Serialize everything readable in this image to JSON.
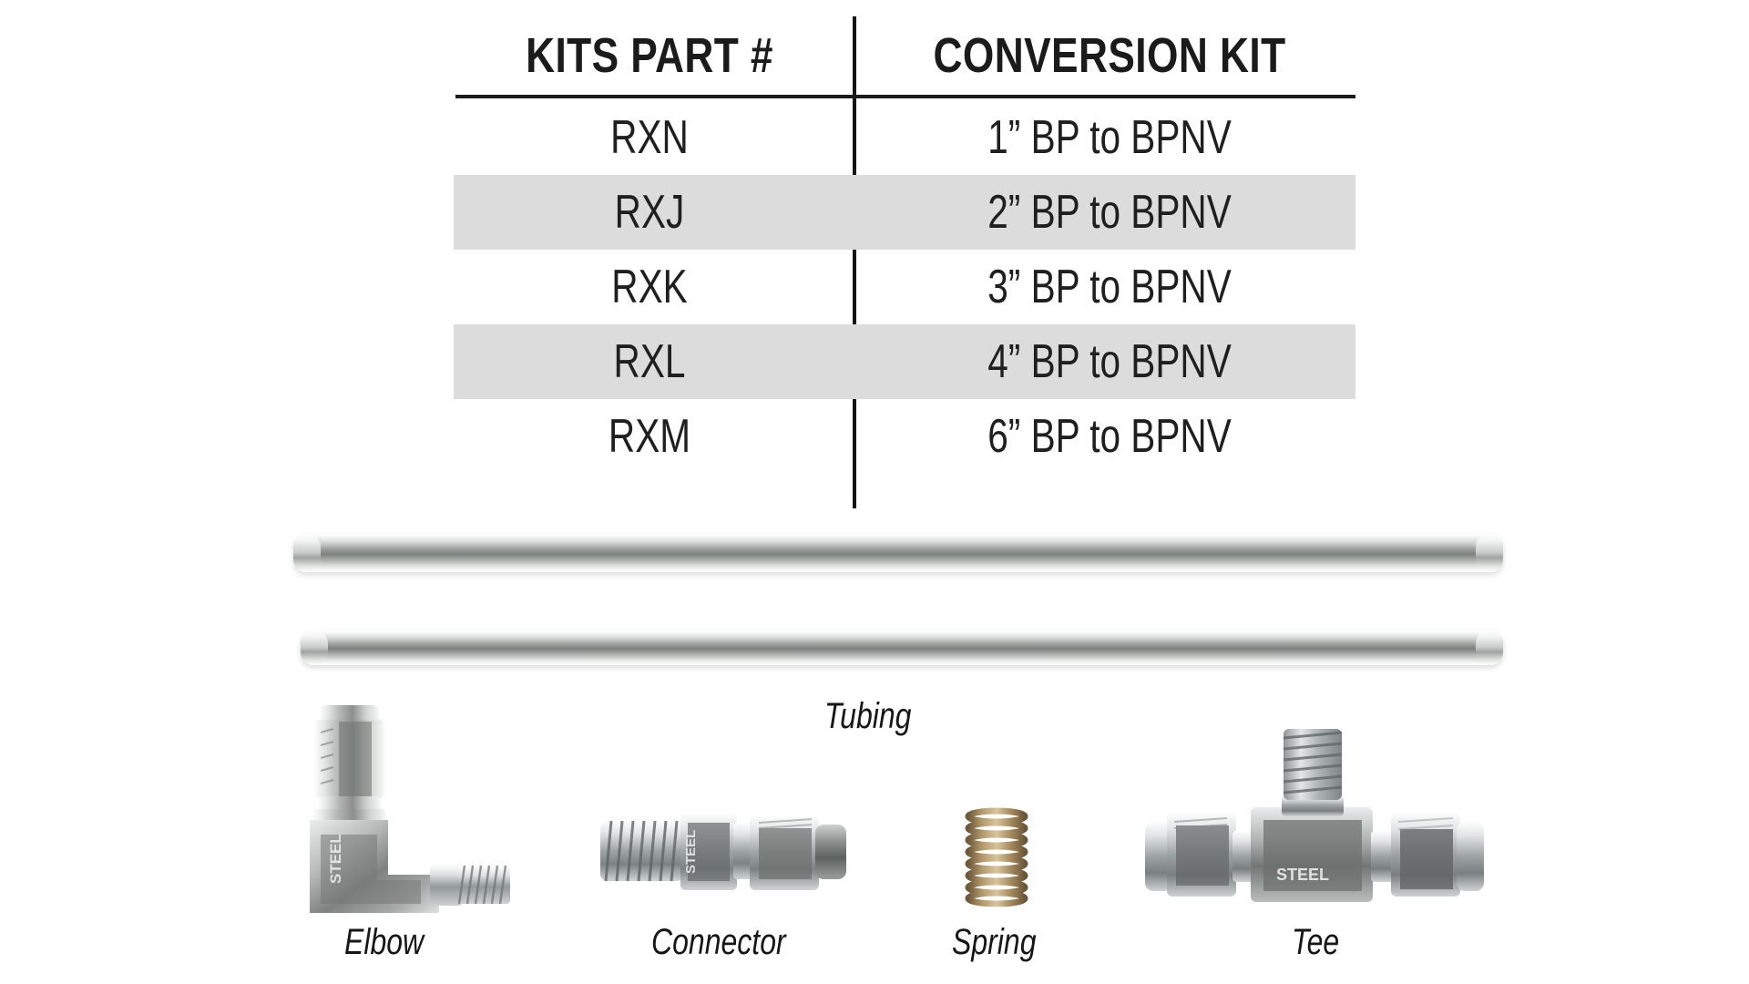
{
  "table": {
    "headers": [
      "KITS PART #",
      "CONVERSION KIT"
    ],
    "rows": [
      {
        "part": "RXN",
        "kit": "1” BP to BPNV"
      },
      {
        "part": "RXJ",
        "kit": "2” BP to BPNV"
      },
      {
        "part": "RXK",
        "kit": "3” BP to BPNV"
      },
      {
        "part": "RXL",
        "kit": "4” BP to BPNV"
      },
      {
        "part": "RXM",
        "kit": "6” BP to BPNV"
      }
    ],
    "alt_row_color": "#dcdcdc",
    "rule_color": "#1b1b1b",
    "text_color": "#1f1f1f"
  },
  "parts": {
    "tubing": {
      "label": "Tubing",
      "count": 2
    },
    "elbow": {
      "label": "Elbow",
      "marking": "STEEL"
    },
    "connector": {
      "label": "Connector",
      "marking": "STEEL"
    },
    "spring": {
      "label": "Spring",
      "color": "#9c8256"
    },
    "tee": {
      "label": "Tee",
      "marking": "STEEL"
    }
  },
  "colors": {
    "background": "#ffffff",
    "metal_light": "#f2f3f2",
    "metal_mid": "#b9bdbb",
    "metal_dark": "#6e7270",
    "metal_shadow": "#4a4d4b",
    "spring_bronze": "#9c8256"
  }
}
